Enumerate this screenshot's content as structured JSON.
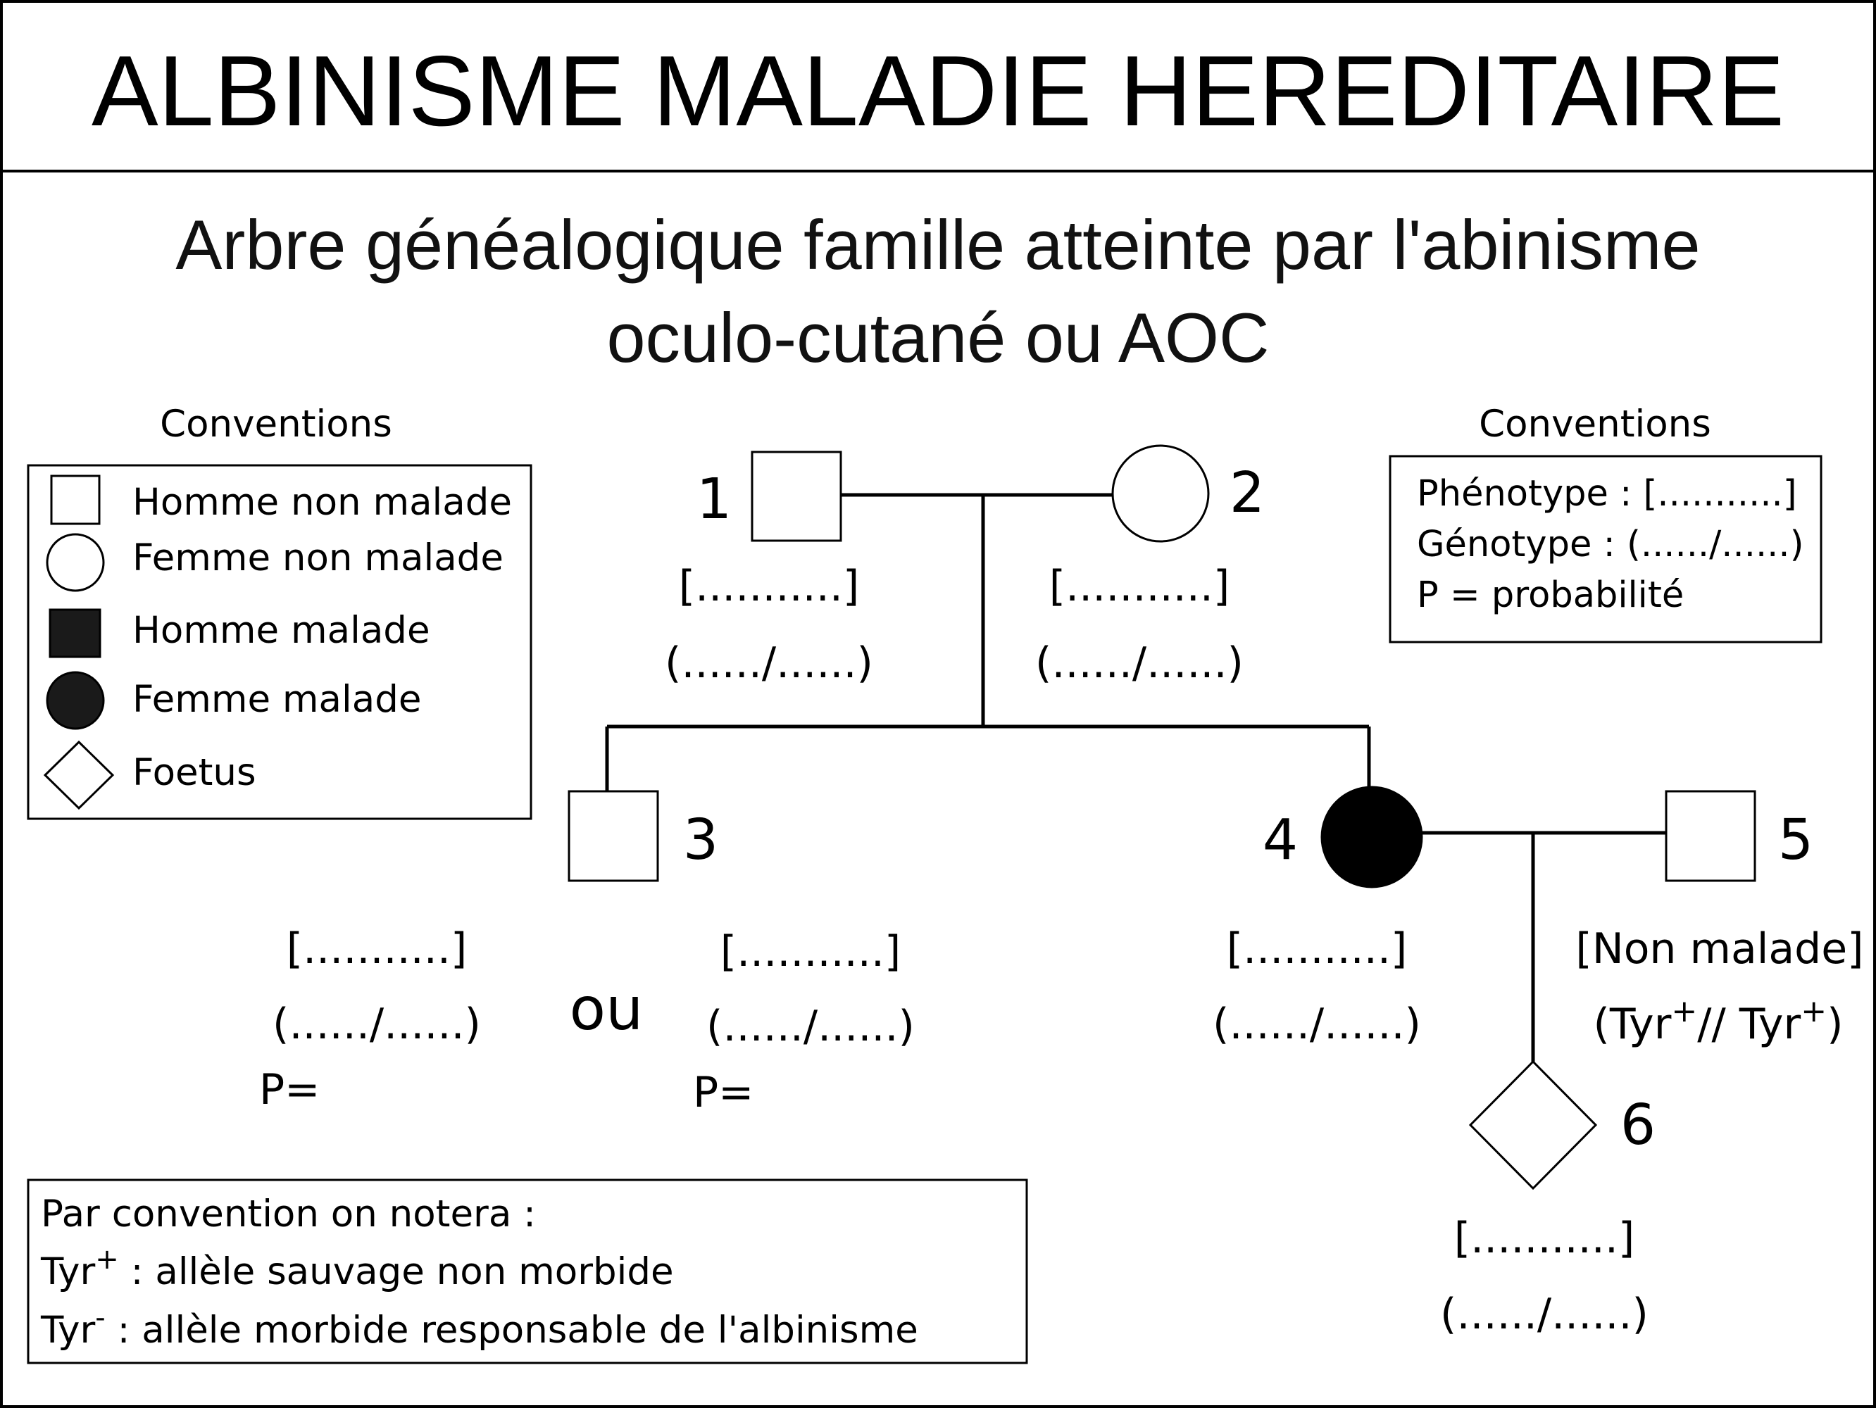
{
  "header": {
    "title": "ALBINISME MALADIE HEREDITAIRE"
  },
  "subtitle": {
    "line1": "Arbre généalogique famille atteinte par l'abinisme",
    "line2": "oculo-cutané ou AOC"
  },
  "symbol_legend": {
    "heading": "Conventions",
    "items": [
      {
        "icon": "open-square-icon",
        "label": "Homme non malade"
      },
      {
        "icon": "open-circle-icon",
        "label": "Femme non malade"
      },
      {
        "icon": "filled-square-icon",
        "label": "Homme malade"
      },
      {
        "icon": "filled-circle-icon",
        "label": "Femme malade"
      },
      {
        "icon": "diamond-icon",
        "label": "Foetus"
      }
    ]
  },
  "notation_legend": {
    "heading": "Conventions",
    "phenotype": "Phénotype : [...........]",
    "genotype": "Génotype : (....../......)",
    "probability": "P = probabilité"
  },
  "pedigree": {
    "blank_phenotype": "[...........]",
    "blank_genotype": "(....../......)",
    "or_label": "ou",
    "prob_label": "P=",
    "individuals": [
      {
        "number": "1",
        "sex": "male",
        "affected": false
      },
      {
        "number": "2",
        "sex": "female",
        "affected": false
      },
      {
        "number": "3",
        "sex": "male",
        "affected": false
      },
      {
        "number": "4",
        "sex": "female",
        "affected": true
      },
      {
        "number": "5",
        "sex": "male",
        "affected": false,
        "phenotype": "[Non malade]",
        "genotype": {
          "open": "(Tyr",
          "sup1": "+",
          "mid": "// Tyr",
          "sup2": "+",
          "close": ")"
        }
      },
      {
        "number": "6",
        "sex": "foetus",
        "affected": false
      }
    ]
  },
  "allele_box": {
    "heading": "Par convention on notera :",
    "wild": {
      "symbol": "Tyr",
      "sup": "+",
      "desc": " :  allèle sauvage non morbide"
    },
    "morbid": {
      "symbol": "Tyr",
      "sup": "-",
      "desc": " :  allèle morbide responsable de l'albinisme"
    }
  },
  "colors": {
    "line": "#000000",
    "fill_affected": "#000000",
    "fill_legend": "#1a1a1a"
  }
}
